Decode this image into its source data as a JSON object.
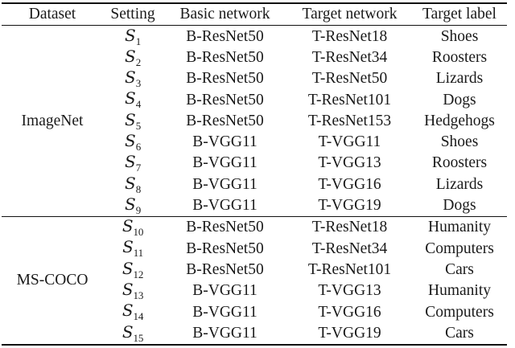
{
  "table": {
    "columns": [
      {
        "key": "dataset",
        "label": "Dataset"
      },
      {
        "key": "setting",
        "label": "Setting"
      },
      {
        "key": "basic_network",
        "label": "Basic network"
      },
      {
        "key": "target_network",
        "label": "Target network"
      },
      {
        "key": "target_label",
        "label": "Target label"
      }
    ],
    "groups": [
      {
        "dataset": "ImageNet",
        "rows": [
          {
            "setting_symbol": "S",
            "setting_index": "1",
            "basic_network": "B-ResNet50",
            "target_network": "T-ResNet18",
            "target_label": "Shoes"
          },
          {
            "setting_symbol": "S",
            "setting_index": "2",
            "basic_network": "B-ResNet50",
            "target_network": "T-ResNet34",
            "target_label": "Roosters"
          },
          {
            "setting_symbol": "S",
            "setting_index": "3",
            "basic_network": "B-ResNet50",
            "target_network": "T-ResNet50",
            "target_label": "Lizards"
          },
          {
            "setting_symbol": "S",
            "setting_index": "4",
            "basic_network": "B-ResNet50",
            "target_network": "T-ResNet101",
            "target_label": "Dogs"
          },
          {
            "setting_symbol": "S",
            "setting_index": "5",
            "basic_network": "B-ResNet50",
            "target_network": "T-ResNet153",
            "target_label": "Hedgehogs"
          },
          {
            "setting_symbol": "S",
            "setting_index": "6",
            "basic_network": "B-VGG11",
            "target_network": "T-VGG11",
            "target_label": "Shoes"
          },
          {
            "setting_symbol": "S",
            "setting_index": "7",
            "basic_network": "B-VGG11",
            "target_network": "T-VGG13",
            "target_label": "Roosters"
          },
          {
            "setting_symbol": "S",
            "setting_index": "8",
            "basic_network": "B-VGG11",
            "target_network": "T-VGG16",
            "target_label": "Lizards"
          },
          {
            "setting_symbol": "S",
            "setting_index": "9",
            "basic_network": "B-VGG11",
            "target_network": "T-VGG19",
            "target_label": "Dogs"
          }
        ]
      },
      {
        "dataset": "MS-COCO",
        "rows": [
          {
            "setting_symbol": "S",
            "setting_index": "10",
            "basic_network": "B-ResNet50",
            "target_network": "T-ResNet18",
            "target_label": "Humanity"
          },
          {
            "setting_symbol": "S",
            "setting_index": "11",
            "basic_network": "B-ResNet50",
            "target_network": "T-ResNet34",
            "target_label": "Computers"
          },
          {
            "setting_symbol": "S",
            "setting_index": "12",
            "basic_network": "B-ResNet50",
            "target_network": "T-ResNet101",
            "target_label": "Cars"
          },
          {
            "setting_symbol": "S",
            "setting_index": "13",
            "basic_network": "B-VGG11",
            "target_network": "T-VGG13",
            "target_label": "Humanity"
          },
          {
            "setting_symbol": "S",
            "setting_index": "14",
            "basic_network": "B-VGG11",
            "target_network": "T-VGG16",
            "target_label": "Computers"
          },
          {
            "setting_symbol": "S",
            "setting_index": "15",
            "basic_network": "B-VGG11",
            "target_network": "T-VGG19",
            "target_label": "Cars"
          }
        ]
      }
    ]
  },
  "style": {
    "text_color": "#1a1a1a",
    "rule_color": "#111111",
    "background": "#ffffff"
  }
}
